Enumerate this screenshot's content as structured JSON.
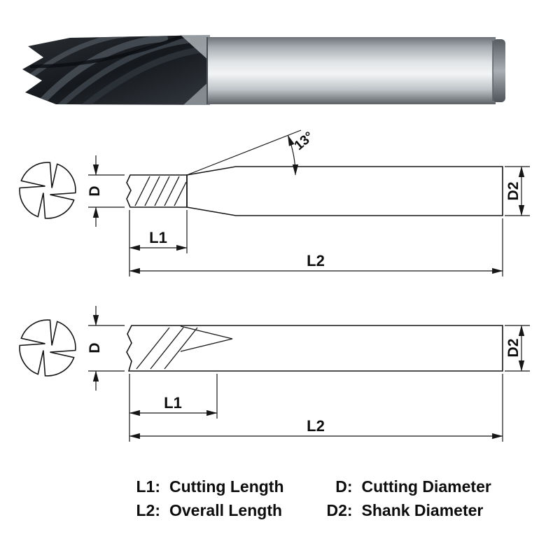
{
  "labels": {
    "d": "D",
    "d2": "D2",
    "l1": "L1",
    "l2": "L2",
    "taper_angle": "13°"
  },
  "legend": {
    "l1_key": "L1:",
    "l1_value": "Cutting Length",
    "l2_key": "L2:",
    "l2_value": "Overall Length",
    "d_key": "D:",
    "d_value": "Cutting Diameter",
    "d2_key": "D2:",
    "d2_value": "Shank Diameter"
  },
  "colors": {
    "line": "#161616",
    "flute_dark": "#15181c",
    "shank_light": "#eef0f2"
  }
}
